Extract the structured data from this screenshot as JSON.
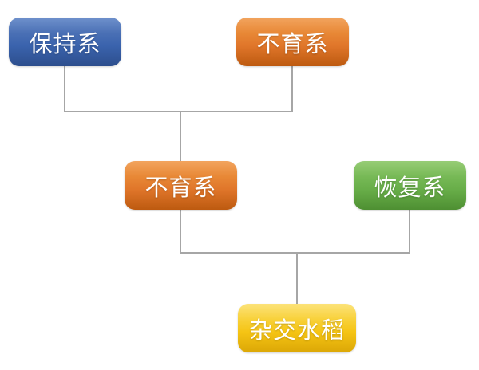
{
  "diagram": {
    "type": "flowchart",
    "background": "#ffffff",
    "connector_color": "#a6a6a6",
    "nodes": {
      "maintainer": {
        "label": "保持系",
        "fill_top": "#6f91cc",
        "fill_bottom": "#2d4e8d",
        "color_name": "blue"
      },
      "sterile_top": {
        "label": "不育系",
        "fill_top": "#f2a45e",
        "fill_bottom": "#bd5a10",
        "color_name": "orange"
      },
      "sterile_mid": {
        "label": "不育系",
        "fill_top": "#f2a45e",
        "fill_bottom": "#bd5a10",
        "color_name": "orange"
      },
      "restorer": {
        "label": "恢复系",
        "fill_top": "#97cd76",
        "fill_bottom": "#4e8f32",
        "color_name": "green"
      },
      "hybrid_rice": {
        "label": "杂交水稻",
        "fill_top": "#fce37a",
        "fill_bottom": "#dca706",
        "color_name": "yellow"
      }
    },
    "edges": [
      {
        "from": "maintainer",
        "to": "sterile_mid"
      },
      {
        "from": "sterile_top",
        "to": "sterile_mid"
      },
      {
        "from": "sterile_mid",
        "to": "hybrid_rice"
      },
      {
        "from": "restorer",
        "to": "hybrid_rice"
      }
    ],
    "text_color": "#ffffff"
  }
}
